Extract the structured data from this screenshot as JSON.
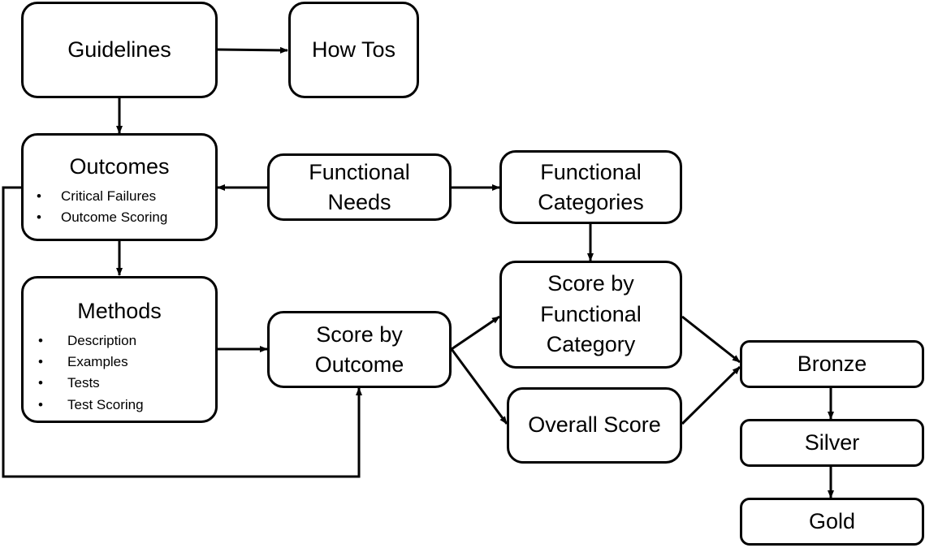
{
  "nodes": {
    "guidelines": {
      "label": "Guidelines"
    },
    "how_tos": {
      "label": "How Tos"
    },
    "outcomes": {
      "label": "Outcomes",
      "items": [
        "Critical Failures",
        "Outcome Scoring"
      ]
    },
    "functional_needs": {
      "label_line1": "Functional",
      "label_line2": "Needs"
    },
    "functional_categories": {
      "label_line1": "Functional",
      "label_line2": "Categories"
    },
    "methods": {
      "label": "Methods",
      "items": [
        "Description",
        "Examples",
        "Tests",
        "Test Scoring"
      ]
    },
    "score_by_outcome": {
      "label_line1": "Score by",
      "label_line2": "Outcome"
    },
    "score_by_functional_category": {
      "label_line1": "Score by",
      "label_line2": "Functional",
      "label_line3": "Category"
    },
    "overall_score": {
      "label": "Overall Score"
    },
    "bronze": {
      "label": "Bronze"
    },
    "silver": {
      "label": "Silver"
    },
    "gold": {
      "label": "Gold"
    }
  },
  "bullet_symbol": "•",
  "edges": [
    {
      "from": "guidelines",
      "to": "how_tos"
    },
    {
      "from": "guidelines",
      "to": "outcomes"
    },
    {
      "from": "functional_needs",
      "to": "outcomes"
    },
    {
      "from": "functional_needs",
      "to": "functional_categories"
    },
    {
      "from": "outcomes",
      "to": "methods"
    },
    {
      "from": "outcomes",
      "to": "score_by_outcome"
    },
    {
      "from": "methods",
      "to": "score_by_outcome"
    },
    {
      "from": "functional_categories",
      "to": "score_by_functional_category"
    },
    {
      "from": "score_by_outcome",
      "to": "score_by_functional_category"
    },
    {
      "from": "score_by_outcome",
      "to": "overall_score"
    },
    {
      "from": "score_by_functional_category",
      "to": "bronze"
    },
    {
      "from": "overall_score",
      "to": "bronze"
    },
    {
      "from": "bronze",
      "to": "silver"
    },
    {
      "from": "silver",
      "to": "gold"
    }
  ],
  "colors": {
    "stroke": "#000000",
    "fill": "#ffffff"
  }
}
